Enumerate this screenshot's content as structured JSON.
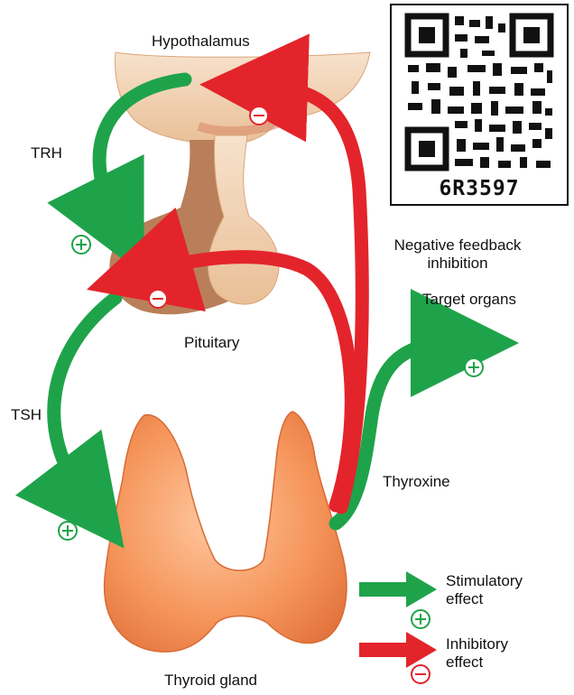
{
  "labels": {
    "hypothalamus": "Hypothalamus",
    "trh": "TRH",
    "pituitary": "Pituitary",
    "tsh": "TSH",
    "thyroid_gland": "Thyroid gland",
    "negative_feedback_line1": "Negative feedback",
    "negative_feedback_line2": "inhibition",
    "target_organs": "Target organs",
    "thyroxine": "Thyroxine",
    "qr_code_text": "6R3597"
  },
  "legend": {
    "stimulatory_line1": "Stimulatory",
    "stimulatory_line2": "effect",
    "inhibitory_line1": "Inhibitory",
    "inhibitory_line2": "effect"
  },
  "colors": {
    "stimulatory": "#1fa34a",
    "inhibitory": "#e3242b",
    "thyroid": "#f28a4e",
    "gland": "#f0d2b4",
    "pituitary_lobe": "#b97f5a"
  },
  "icons": [
    "plus-circle-icon",
    "minus-circle-icon",
    "qr-code-icon"
  ]
}
